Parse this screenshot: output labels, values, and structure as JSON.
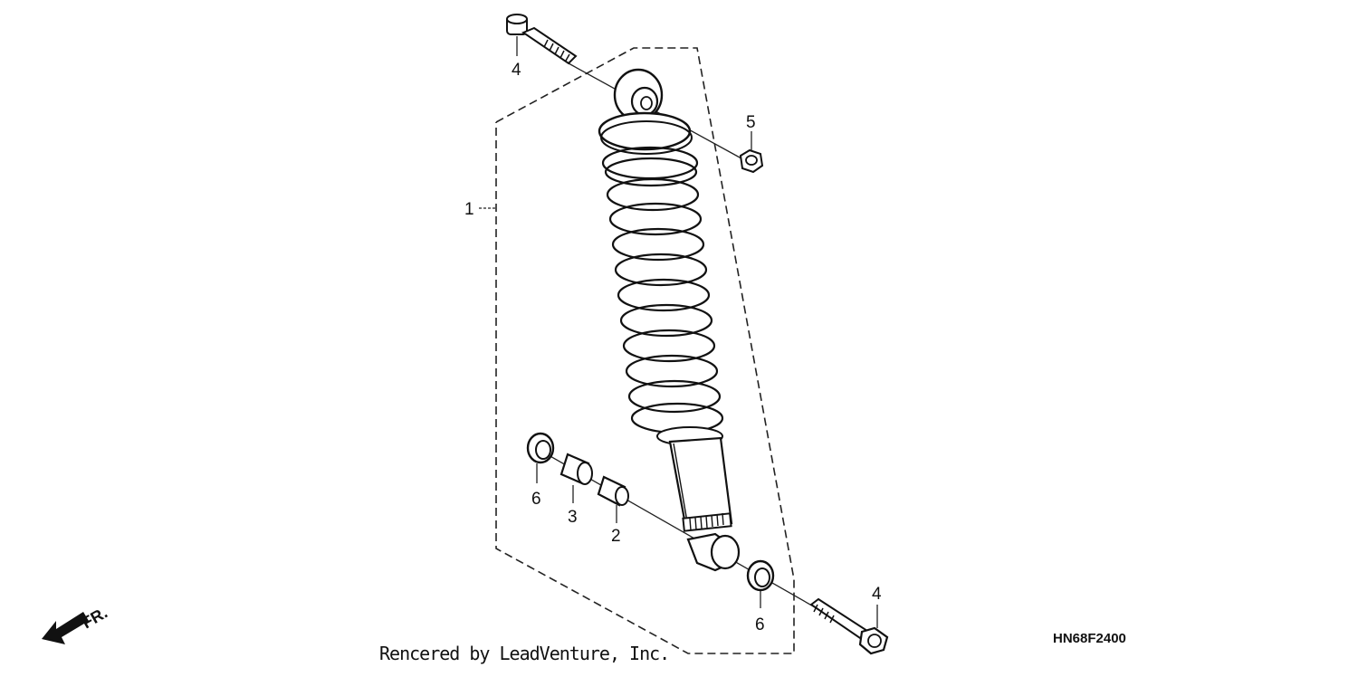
{
  "diagram": {
    "callouts": {
      "shock_assembly": "1",
      "collar_small": "2",
      "collar_large": "3",
      "bolt_top": "4",
      "bolt_bottom": "4",
      "nut": "5",
      "dust_seal_left": "6",
      "dust_seal_right": "6"
    },
    "direction_label": "FR.",
    "credit": "Rencered by LeadVenture, Inc.",
    "diagram_code": "HN68F2400"
  }
}
